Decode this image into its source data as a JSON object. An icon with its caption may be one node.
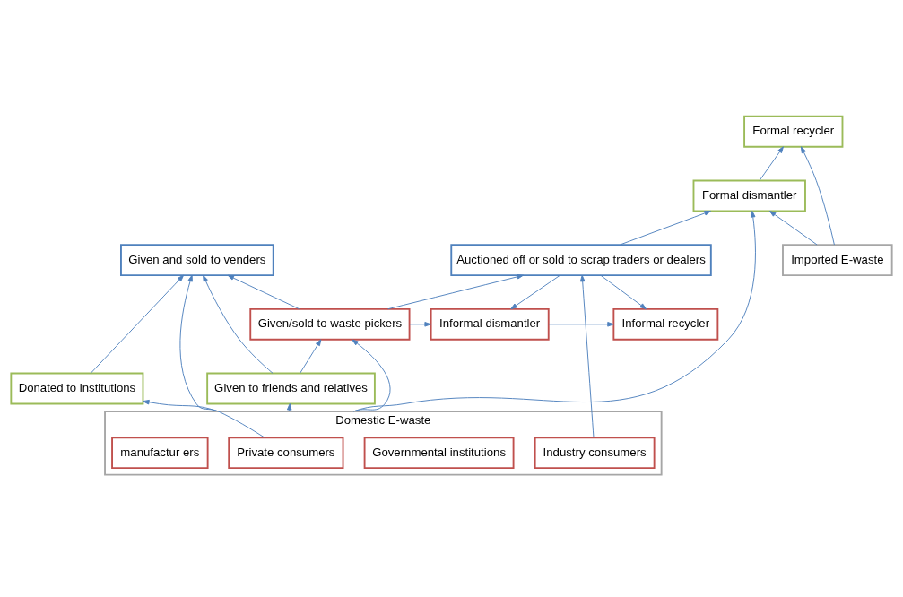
{
  "diagram": {
    "nodes": [
      {
        "text": [
          "Given/sold to waste pickers"
        ]
      },
      {
        "text": [
          "Informal dismantler"
        ]
      },
      {
        "text": [
          "Informal recycler"
        ]
      },
      {
        "text": [
          "Given and sold to venders"
        ]
      },
      {
        "text": [
          "Auctioned off or sold to scrap traders or dealers"
        ]
      },
      {
        "text": [
          "Given to friends and relatives"
        ]
      },
      {
        "text": [
          "Donated to institutions"
        ]
      },
      {
        "text": [
          "Formal dismantler"
        ]
      },
      {
        "text": [
          "Formal recycler"
        ]
      },
      {
        "text": [
          "Domestic E-waste"
        ]
      },
      {
        "text": [
          "Private consumers"
        ],
        "in": 9
      },
      {
        "text": [
          "Governmental institutions"
        ],
        "in": 9
      },
      {
        "text": [
          "Industry consumers"
        ],
        "in": 9
      },
      {
        "text": [
          "manufactur ers"
        ],
        "in": 9
      },
      {
        "text": [
          "Imported E-waste"
        ]
      }
    ],
    "edges": [
      {
        "from": 0,
        "to": 1,
        "arrow": "to"
      },
      {
        "from": 1,
        "to": 2,
        "arrow": "to"
      },
      {
        "from": 0,
        "to": 3,
        "arrow": "to"
      },
      {
        "from": 0,
        "to": 4,
        "arrow": "to"
      },
      {
        "from": 4,
        "to": 1,
        "arrow": "to"
      },
      {
        "from": 4,
        "to": 2,
        "arrow": "to"
      },
      {
        "from": 4,
        "to": 7,
        "arrow": "to"
      },
      {
        "from": 5,
        "to": 0,
        "arrow": "to"
      },
      {
        "from": 5,
        "to": 3,
        "arrow": "to"
      },
      {
        "from": 6,
        "to": 3,
        "arrow": "to"
      },
      {
        "from": 9,
        "to": 0,
        "arrow": "to"
      },
      {
        "from": 9,
        "to": 5,
        "arrow": "to"
      },
      {
        "from": 9,
        "to": 6,
        "arrow": "to"
      },
      {
        "from": 9,
        "to": 7,
        "arrow": "to"
      },
      {
        "from": 10,
        "to": 3,
        "arrow": "to"
      },
      {
        "from": 12,
        "to": 4,
        "arrow": "to"
      },
      {
        "from": 7,
        "to": 8,
        "arrow": "to"
      },
      {
        "from": 14,
        "to": 8,
        "arrow": "to"
      },
      {
        "from": 14,
        "to": 7,
        "arrow": "to"
      }
    ]
  }
}
